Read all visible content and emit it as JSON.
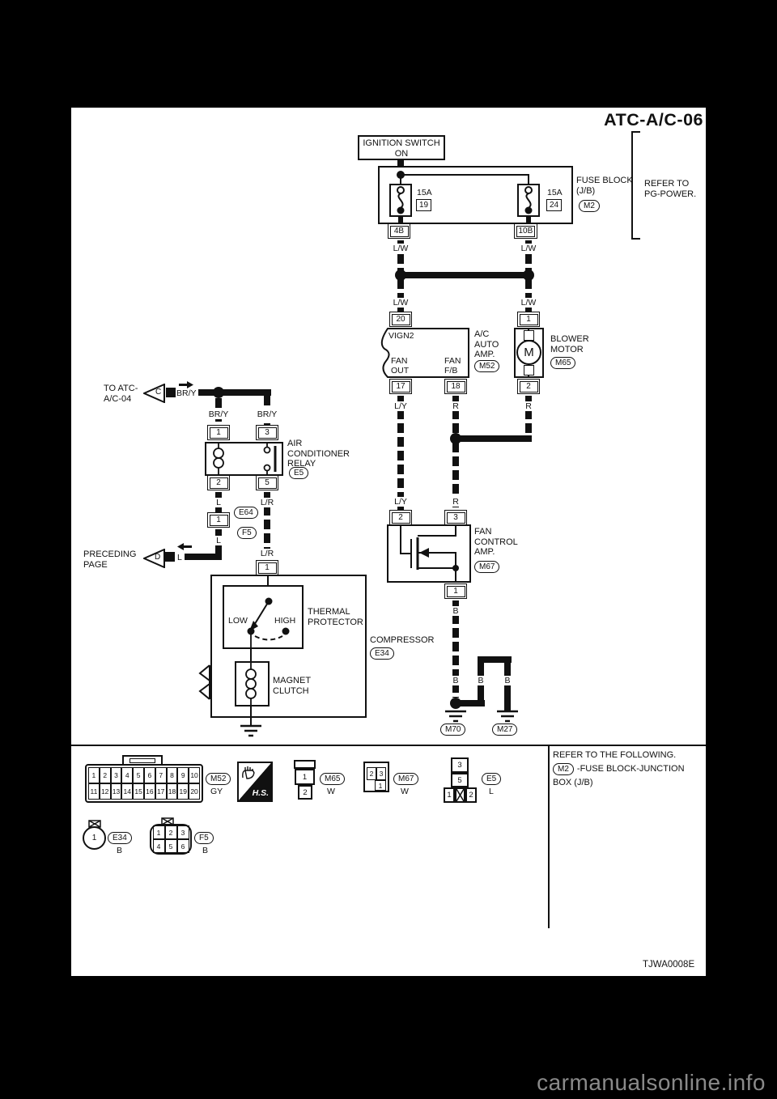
{
  "title": "ATC-A/C-06",
  "footer_code": "TJWA0008E",
  "watermark": "carmanualsonline.info",
  "wires": {
    "lw": "L/W",
    "ly": "L/Y",
    "r": "R",
    "b": "B",
    "bry": "BR/Y",
    "l": "L",
    "lr": "L/R"
  },
  "pins": {
    "p1": "1",
    "p2": "2",
    "p3": "3",
    "p5": "5",
    "p17": "17",
    "p18": "18",
    "p20": "20",
    "p4b": "4B",
    "p10b": "10B"
  },
  "power": {
    "ignition_line1": "IGNITION SWITCH",
    "ignition_line2": "ON",
    "fuse_block_label": "FUSE BLOCK\n(J/B)",
    "fuse_block_tag": "M2",
    "fuse1_amp": "15A",
    "fuse1_num": "19",
    "fuse2_amp": "15A",
    "fuse2_num": "24",
    "refer": "REFER TO\nPG-POWER."
  },
  "ac_amp": {
    "label": "A/C\nAUTO\nAMP.",
    "tag": "M52",
    "vign2": "VIGN2",
    "fan_out": "FAN\nOUT",
    "fan_fb": "FAN\nF/B"
  },
  "blower": {
    "label": "BLOWER\nMOTOR",
    "tag": "M65",
    "motor": "M"
  },
  "fan_amp": {
    "label": "FAN\nCONTROL\nAMP.",
    "tag": "M67"
  },
  "relay": {
    "label": "AIR\nCONDITIONER\nRELAY",
    "tag": "E5"
  },
  "inline_connector": {
    "tag1": "E64",
    "tag2": "F5"
  },
  "compressor": {
    "label": "COMPRESSOR",
    "tag": "E34",
    "thermal": "THERMAL\nPROTECTOR",
    "low": "LOW",
    "high": "HIGH",
    "clutch": "MAGNET\nCLUTCH"
  },
  "grounds": {
    "g1": "M70",
    "g2": "M27"
  },
  "links": {
    "to_label": "TO ATC-\nA/C-04",
    "to_tag": "C",
    "prev_label": "PRECEDING\nPAGE",
    "prev_tag": "D"
  },
  "legend": {
    "m52": {
      "tag": "M52",
      "color": "GY",
      "pins": [
        "1",
        "2",
        "3",
        "4",
        "5",
        "6",
        "7",
        "8",
        "9",
        "10",
        "11",
        "12",
        "13",
        "14",
        "15",
        "16",
        "17",
        "18",
        "19",
        "20"
      ]
    },
    "hs": "H.S.",
    "m65": {
      "tag": "M65",
      "color": "W",
      "pin_top": "1",
      "pin_bottom": "2"
    },
    "m67": {
      "tag": "M67",
      "color": "W",
      "pin_a": "2",
      "pin_b": "3",
      "pin_c": "1"
    },
    "e5": {
      "tag": "E5",
      "color": "L",
      "pin_a": "3",
      "pin_b": "5",
      "pin_c": "1",
      "pin_d": "2"
    },
    "e34": {
      "tag": "E34",
      "color": "B",
      "pin": "1"
    },
    "f5": {
      "tag": "F5",
      "color": "B",
      "pins": [
        "1",
        "2",
        "3",
        "4",
        "5",
        "6"
      ]
    },
    "refer_line1": "REFER TO THE FOLLOWING.",
    "refer_tag": "M2",
    "refer_line2": "-FUSE BLOCK-JUNCTION",
    "refer_line3": "BOX (J/B)"
  }
}
